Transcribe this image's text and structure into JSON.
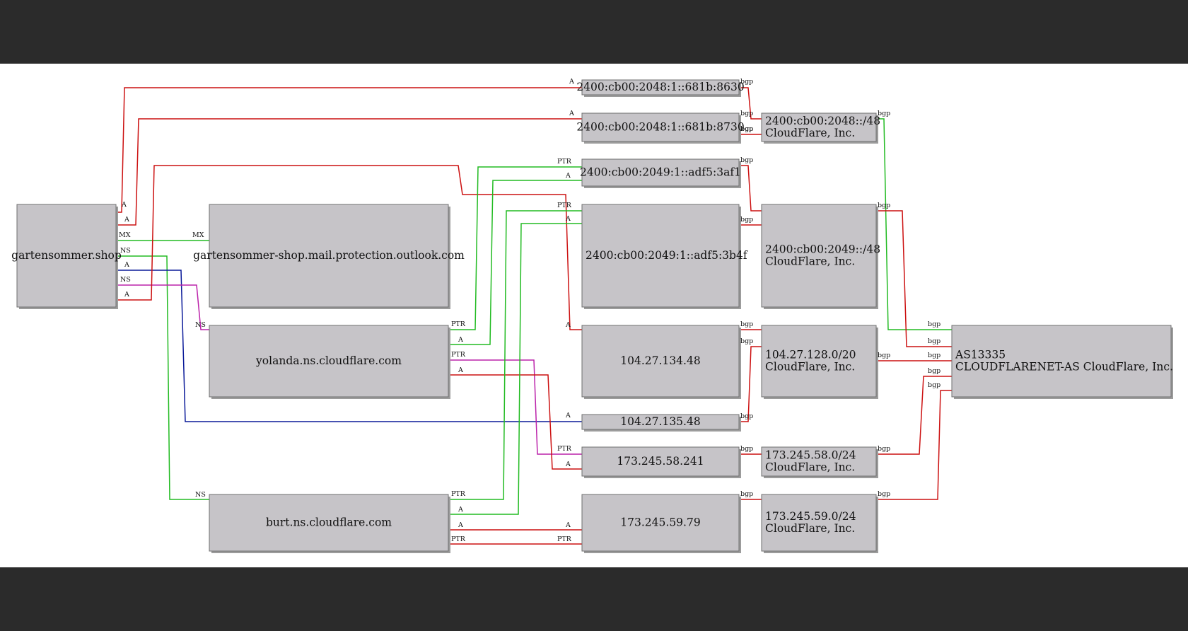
{
  "colors": {
    "background": "#2b2b2b",
    "canvas": "#ffffff",
    "node_fill": "#c6c4c8",
    "node_stroke": "#6f6f6f",
    "edge_red": "#cc1111",
    "edge_green": "#22bb22",
    "edge_blue": "#0a1a99",
    "edge_magenta": "#bb22aa"
  },
  "nodes": [
    {
      "id": "domain",
      "lines": [
        "gartensommer.shop"
      ]
    },
    {
      "id": "mx",
      "lines": [
        "gartensommer-shop.mail.protection.outlook.com"
      ]
    },
    {
      "id": "yolanda",
      "lines": [
        "yolanda.ns.cloudflare.com"
      ]
    },
    {
      "id": "burt",
      "lines": [
        "burt.ns.cloudflare.com"
      ]
    },
    {
      "id": "ip6a",
      "lines": [
        "2400:cb00:2048:1::681b:8630"
      ]
    },
    {
      "id": "ip6b",
      "lines": [
        "2400:cb00:2048:1::681b:8730"
      ]
    },
    {
      "id": "ip6c",
      "lines": [
        "2400:cb00:2049:1::adf5:3af1"
      ]
    },
    {
      "id": "ip6d",
      "lines": [
        "2400:cb00:2049:1::adf5:3b4f"
      ]
    },
    {
      "id": "ip4a",
      "lines": [
        "104.27.134.48"
      ]
    },
    {
      "id": "ip4b",
      "lines": [
        "104.27.135.48"
      ]
    },
    {
      "id": "ip4c",
      "lines": [
        "173.245.58.241"
      ]
    },
    {
      "id": "ip4d",
      "lines": [
        "173.245.59.79"
      ]
    },
    {
      "id": "net6a",
      "lines": [
        "2400:cb00:2048::/48",
        "CloudFlare, Inc."
      ]
    },
    {
      "id": "net6b",
      "lines": [
        "2400:cb00:2049::/48",
        "CloudFlare, Inc."
      ]
    },
    {
      "id": "net4a",
      "lines": [
        "104.27.128.0/20",
        "CloudFlare, Inc."
      ]
    },
    {
      "id": "net4b",
      "lines": [
        "173.245.58.0/24",
        "CloudFlare, Inc."
      ]
    },
    {
      "id": "net4c",
      "lines": [
        "173.245.59.0/24",
        "CloudFlare, Inc."
      ]
    },
    {
      "id": "asn",
      "lines": [
        "AS13335",
        "CLOUDFLARENET-AS CloudFlare, Inc."
      ]
    }
  ],
  "edges": [
    {
      "id": "dom-ip6a",
      "color": "red",
      "labels": [
        "A",
        "A"
      ]
    },
    {
      "id": "dom-ip6b",
      "color": "red",
      "labels": [
        "A",
        "A"
      ]
    },
    {
      "id": "dom-mx",
      "color": "green",
      "labels": [
        "MX",
        "MX"
      ]
    },
    {
      "id": "dom-burt",
      "color": "green",
      "labels": [
        "NS",
        "NS"
      ]
    },
    {
      "id": "dom-ip4b",
      "color": "blue",
      "labels": [
        "A",
        "A"
      ]
    },
    {
      "id": "dom-yolanda",
      "color": "magenta",
      "labels": [
        "NS",
        "NS"
      ]
    },
    {
      "id": "dom-ip4a",
      "color": "red",
      "labels": [
        "A",
        "A"
      ]
    },
    {
      "id": "yol-ip6c",
      "color": "green",
      "labels": [
        "PTR",
        "PTR"
      ]
    },
    {
      "id": "yol-ip6c-a",
      "color": "green",
      "labels": [
        "A",
        "A"
      ]
    },
    {
      "id": "yol-ip4c",
      "color": "magenta",
      "labels": [
        "PTR",
        "PTR"
      ]
    },
    {
      "id": "yol-ip4c-a",
      "color": "red",
      "labels": [
        "A",
        "A"
      ]
    },
    {
      "id": "burt-ip6d",
      "color": "green",
      "labels": [
        "PTR",
        "PTR"
      ]
    },
    {
      "id": "burt-ip6d-a",
      "color": "green",
      "labels": [
        "A",
        "A"
      ]
    },
    {
      "id": "burt-ip4d-a",
      "color": "red",
      "labels": [
        "A",
        "A"
      ]
    },
    {
      "id": "burt-ip4d-ptr",
      "color": "red",
      "labels": [
        "PTR",
        "PTR"
      ]
    },
    {
      "id": "ip6a-net6a",
      "color": "red",
      "labels": [
        "bgp",
        "bgp"
      ]
    },
    {
      "id": "ip6b-net6a",
      "color": "red",
      "labels": [
        "bgp",
        "bgp"
      ]
    },
    {
      "id": "ip6c-net6b",
      "color": "red",
      "labels": [
        "bgp",
        ""
      ]
    },
    {
      "id": "ip6d-net6b",
      "color": "red",
      "labels": [
        "bgp",
        ""
      ]
    },
    {
      "id": "ip4a-net4a",
      "color": "red",
      "labels": [
        "bgp",
        ""
      ]
    },
    {
      "id": "ip4b-net4a",
      "color": "red",
      "labels": [
        "bgp",
        "bgp"
      ]
    },
    {
      "id": "ip4c-net4b",
      "color": "red",
      "labels": [
        "bgp",
        ""
      ]
    },
    {
      "id": "ip4d-net4c",
      "color": "red",
      "labels": [
        "bgp",
        ""
      ]
    },
    {
      "id": "net6a-asn",
      "color": "green",
      "labels": [
        "bgp",
        "bgp"
      ]
    },
    {
      "id": "net6b-asn",
      "color": "red",
      "labels": [
        "bgp",
        "bgp"
      ]
    },
    {
      "id": "net4a-asn",
      "color": "red",
      "labels": [
        "bgp",
        "bgp"
      ]
    },
    {
      "id": "net4b-asn",
      "color": "red",
      "labels": [
        "bgp",
        "bgp"
      ]
    },
    {
      "id": "net4c-asn",
      "color": "red",
      "labels": [
        "bgp",
        "bgp"
      ]
    }
  ]
}
